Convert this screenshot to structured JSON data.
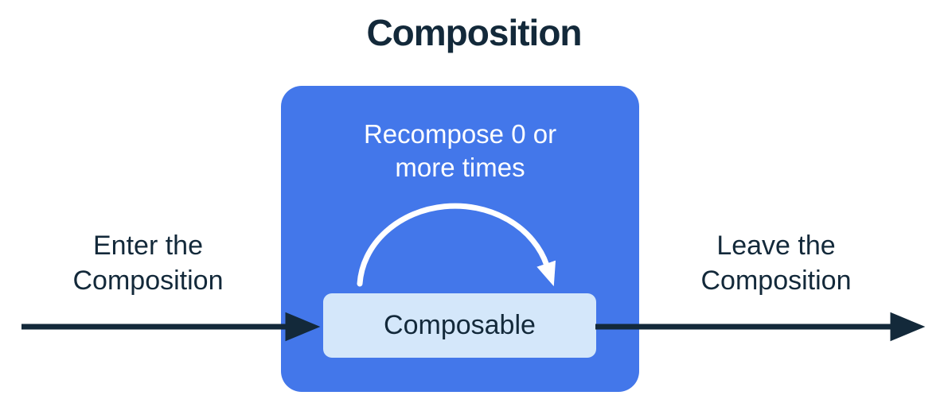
{
  "title": "Composition",
  "diagram": {
    "recompose_label": "Recompose 0 or\nmore times",
    "composable_label": "Composable",
    "enter_label": "Enter the\nComposition",
    "leave_label": "Leave the\nComposition"
  },
  "colors": {
    "background": "#FFFFFF",
    "composition_box_blue": "#4377EA",
    "composable_box_light_blue": "#D4E7FA",
    "text_and_arrows_dark_navy": "#13293A",
    "recompose_arc_white": "#FFFFFF"
  }
}
